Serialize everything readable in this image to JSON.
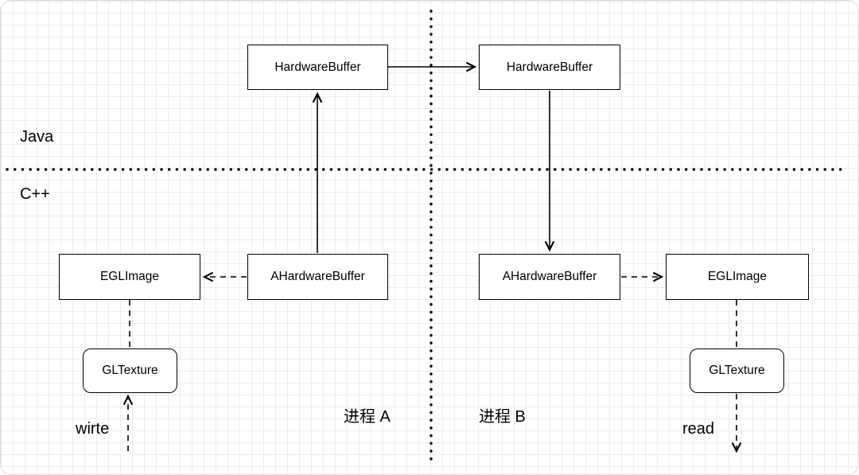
{
  "diagram": {
    "layer_labels": {
      "java": "Java",
      "cpp": "C++"
    },
    "process_labels": {
      "a": "进程 A",
      "b": "进程 B"
    },
    "nodes": {
      "hardwarebuffer_a": "HardwareBuffer",
      "hardwarebuffer_b": "HardwareBuffer",
      "ahardwarebuffer_a": "AHardwareBuffer",
      "ahardwarebuffer_b": "AHardwareBuffer",
      "eglimage_a": "EGLImage",
      "eglimage_b": "EGLImage",
      "gltexture_a": "GLTexture",
      "gltexture_b": "GLTexture"
    },
    "annotations": {
      "write": "wirte",
      "read": "read"
    },
    "colors": {
      "stroke": "#000000",
      "grid": "#ececec",
      "background": "#ffffff"
    }
  }
}
